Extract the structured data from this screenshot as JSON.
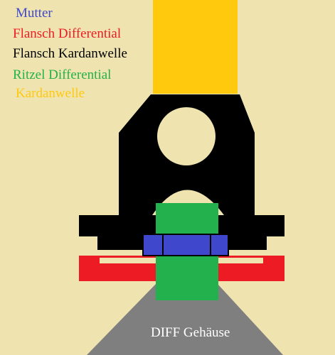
{
  "legend": [
    {
      "key": "mutter",
      "label": "Mutter",
      "color": "#3f48cc"
    },
    {
      "key": "flansch_differential",
      "label": "Flansch Differential",
      "color": "#ed1c24"
    },
    {
      "key": "flansch_kardanwelle",
      "label": "Flansch Kardanwelle",
      "color": "#000000"
    },
    {
      "key": "ritzel_differential",
      "label": "Ritzel Differential",
      "color": "#22b14c"
    },
    {
      "key": "kardanwelle",
      "label": "Kardanwelle",
      "color": "#ffc90e"
    }
  ],
  "housing": {
    "label": "DIFF Gehäuse",
    "color": "#7f7f7f"
  },
  "colors": {
    "background": "#efe4b0"
  }
}
